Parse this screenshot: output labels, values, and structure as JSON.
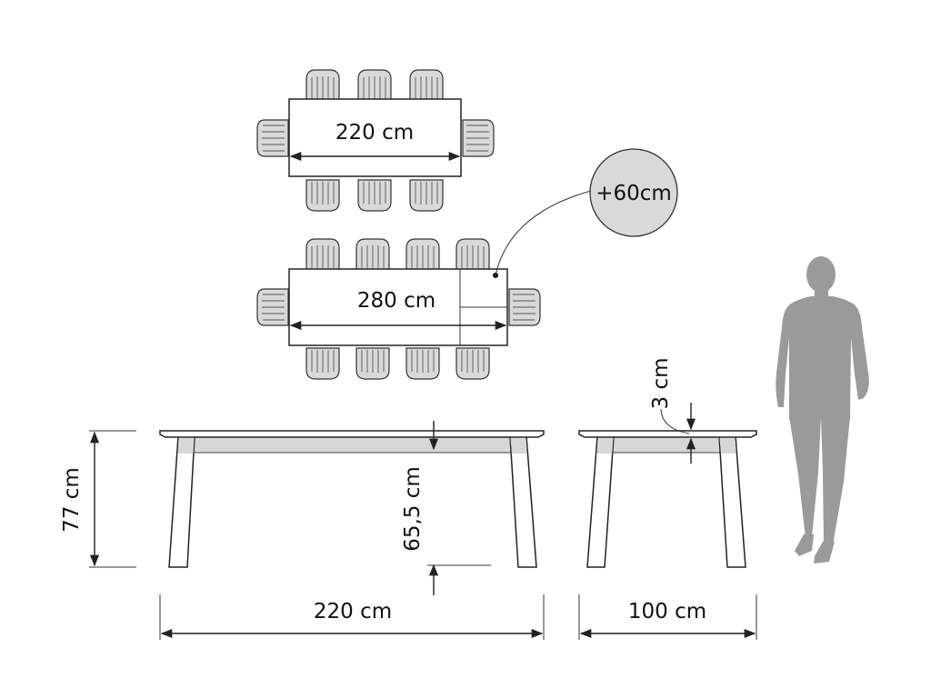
{
  "top_view_small": {
    "width_label": "220 cm"
  },
  "top_view_extended": {
    "width_label": "280 cm",
    "extension_badge": "+60cm"
  },
  "front_view": {
    "length_label": "220 cm",
    "height_label": "77 cm",
    "clearance_label": "65,5 cm"
  },
  "side_view": {
    "depth_label": "100 cm",
    "top_thickness_label": "3 cm"
  },
  "colors": {
    "line": "#222222",
    "fill_gray": "#d9d9d9",
    "person": "#9a9a9a"
  },
  "icons": {
    "chairs": "chair-icon",
    "person": "person-silhouette-icon"
  }
}
